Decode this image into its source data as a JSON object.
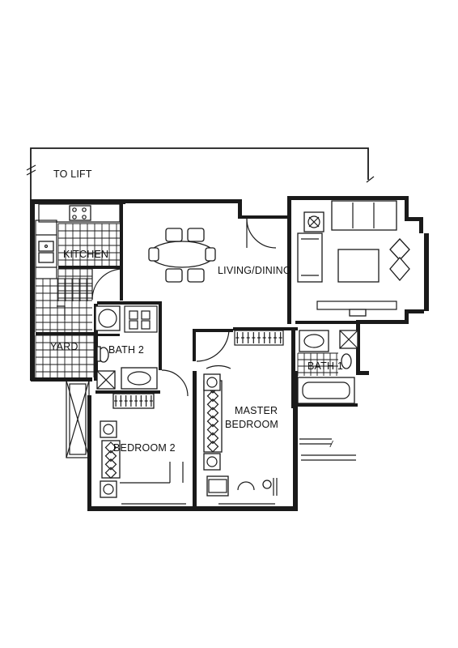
{
  "labels": {
    "to_lift": "TO LIFT",
    "kitchen": "KITCHEN",
    "living_dining": "LIVING/DINING",
    "yard": "YARD",
    "bath2": "BATH 2",
    "bath1": "BATH 1",
    "master_line1": "MASTER",
    "master_line2": "BEDROOM",
    "bedroom2": "BEDROOM 2"
  },
  "colors": {
    "ink": "#1a1a1a",
    "paper": "#ffffff"
  }
}
